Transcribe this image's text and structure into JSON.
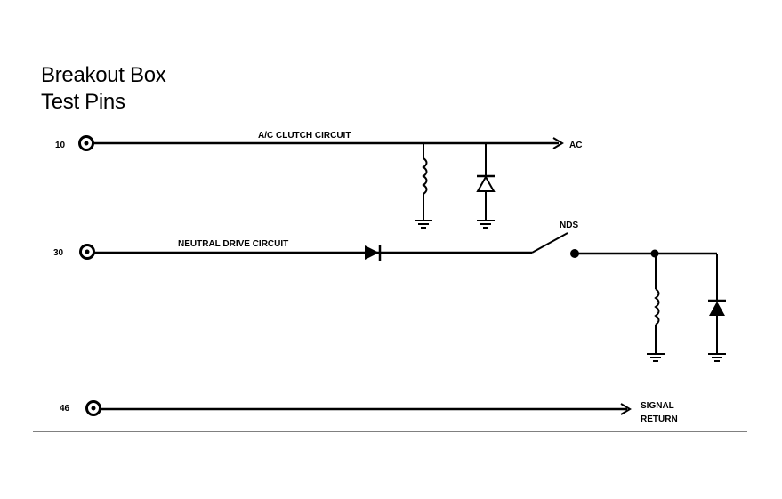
{
  "title": {
    "line1": "Breakout Box",
    "line2": "Test Pins"
  },
  "pins": {
    "pin_ac": {
      "number": "10"
    },
    "pin_neutral": {
      "number": "30"
    },
    "pin_return": {
      "number": "46"
    }
  },
  "circuits": {
    "ac_clutch": {
      "label": "A/C CLUTCH CIRCUIT",
      "destination": "AC"
    },
    "neutral_drive": {
      "label": "NEUTRAL DRIVE CIRCUIT",
      "switch_label": "NDS"
    },
    "signal_return": {
      "destination_line1": "SIGNAL",
      "destination_line2": "RETURN"
    }
  },
  "colors": {
    "ink": "#000000",
    "background": "#ffffff"
  }
}
